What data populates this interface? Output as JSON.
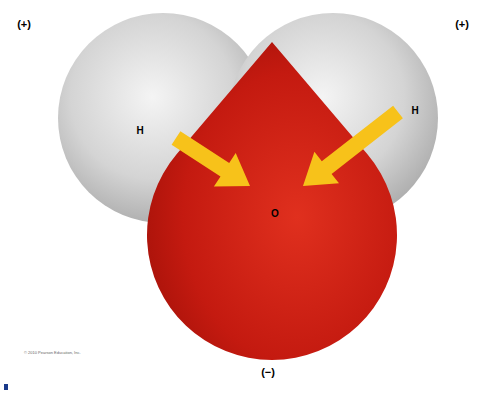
{
  "diagram": {
    "nodes": [
      {
        "text": [
          "H"
        ]
      },
      {
        "text": [
          "H"
        ]
      },
      {
        "text": [
          "O"
        ]
      }
    ],
    "labels": [
      "(+)",
      "(+)",
      "(−)",
      "© 2010 Pearson Education, Inc."
    ]
  }
}
